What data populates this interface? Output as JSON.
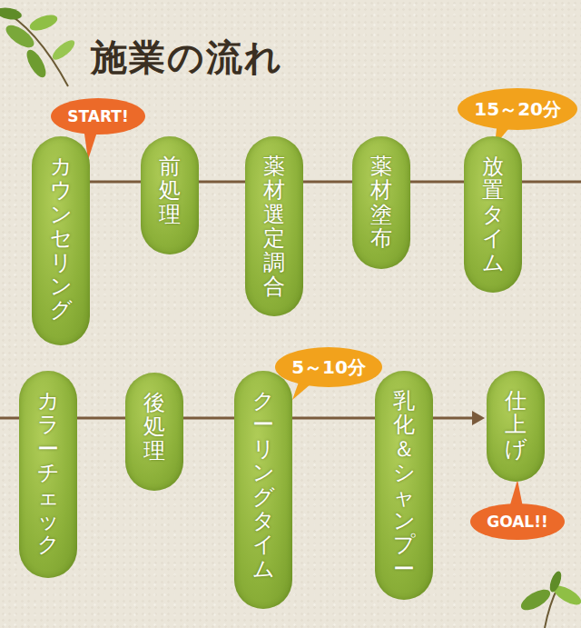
{
  "diagram": {
    "title": "施業の流れ",
    "nodes": [
      {
        "text": [
          "START!"
        ]
      },
      {
        "text": [
          "カウンセリング"
        ]
      },
      {
        "text": [
          "前処理"
        ]
      },
      {
        "text": [
          "薬材選定調合"
        ]
      },
      {
        "text": [
          "薬材塗布"
        ]
      },
      {
        "text": [
          "15～20分"
        ]
      },
      {
        "text": [
          "放置タイム"
        ]
      },
      {
        "text": [
          "カラーチェック"
        ]
      },
      {
        "text": [
          "後処理"
        ]
      },
      {
        "text": [
          "5～10分"
        ]
      },
      {
        "text": [
          "クーリングタイム"
        ]
      },
      {
        "text": [
          "乳化＆シャンプー"
        ]
      },
      {
        "text": [
          "仕上げ"
        ]
      },
      {
        "text": [
          "GOAL!!"
        ]
      }
    ],
    "edges": [
      {
        "from": 1,
        "to": 2,
        "arrow": "none"
      },
      {
        "from": 2,
        "to": 3,
        "arrow": "none"
      },
      {
        "from": 3,
        "to": 4,
        "arrow": "none"
      },
      {
        "from": 4,
        "to": 6,
        "arrow": "none"
      },
      {
        "from": 7,
        "to": 8,
        "arrow": "none"
      },
      {
        "from": 8,
        "to": 10,
        "arrow": "none"
      },
      {
        "from": 10,
        "to": 11,
        "arrow": "none"
      },
      {
        "from": 11,
        "to": 12,
        "arrow": "to"
      }
    ]
  }
}
